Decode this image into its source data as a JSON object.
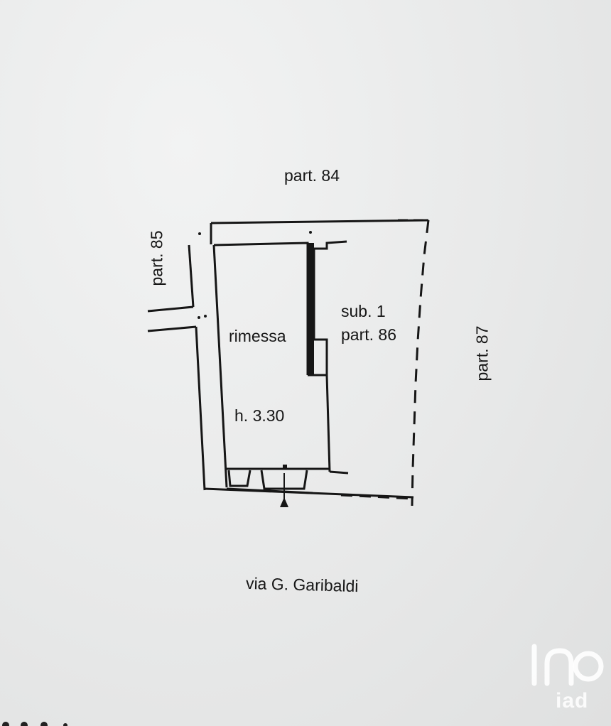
{
  "plan": {
    "labels": {
      "north": "part. 84",
      "west": "part. 85",
      "east": "part. 87",
      "unit_sub": "sub. 1",
      "unit_part": "part. 86",
      "room_name": "rimessa",
      "room_height": "h. 3.30",
      "street": "via G. Garibaldi"
    },
    "colors": {
      "paper": "#e9eaea",
      "ink": "#161616"
    }
  },
  "watermark": {
    "text": "iad",
    "icon": "iad-logo-icon"
  }
}
